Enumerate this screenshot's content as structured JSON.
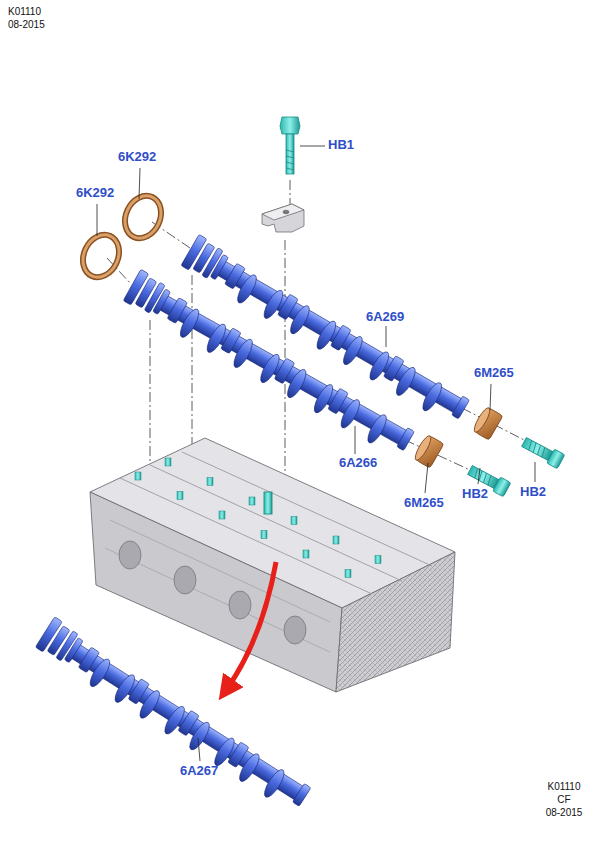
{
  "diagram": {
    "labels": [
      "K01110",
      "08-2015",
      "HB1",
      "6K292",
      "6K292",
      "6A269",
      "6M265",
      "6A266",
      "6M265",
      "HB2",
      "HB2",
      "6A267",
      "K01110",
      "CF",
      "08-2015"
    ]
  }
}
